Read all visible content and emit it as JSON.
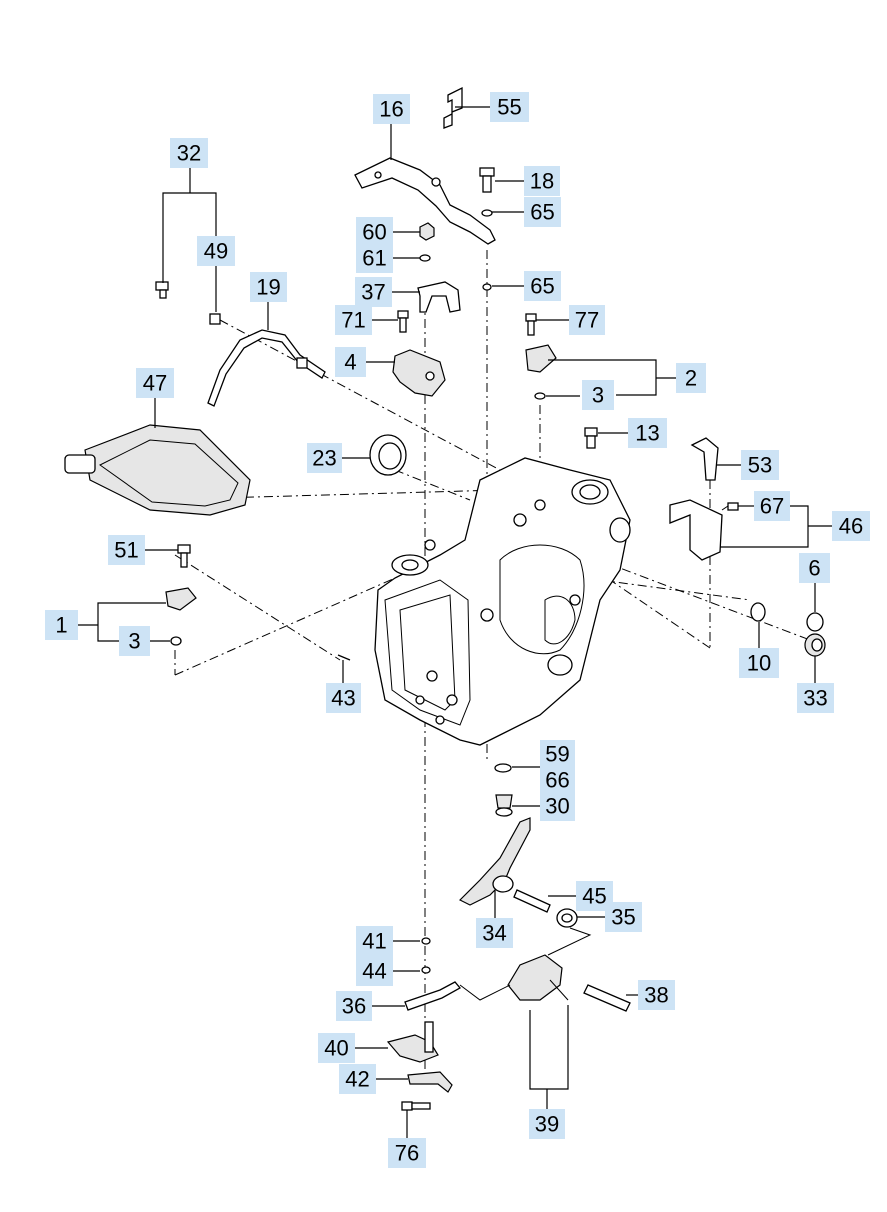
{
  "callouts": [
    "1",
    "2",
    "3",
    "3",
    "4",
    "6",
    "10",
    "13",
    "16",
    "18",
    "19",
    "23",
    "30",
    "32",
    "33",
    "34",
    "35",
    "36",
    "37",
    "38",
    "39",
    "40",
    "41",
    "42",
    "43",
    "44",
    "45",
    "46",
    "47",
    "49",
    "51",
    "53",
    "55",
    "59",
    "60",
    "61",
    "65",
    "65",
    "66",
    "67",
    "71",
    "76",
    "77"
  ],
  "colors": {
    "label_bg": "#cde3f5",
    "line": "#000000",
    "part_fill": "#e6e6e6"
  }
}
